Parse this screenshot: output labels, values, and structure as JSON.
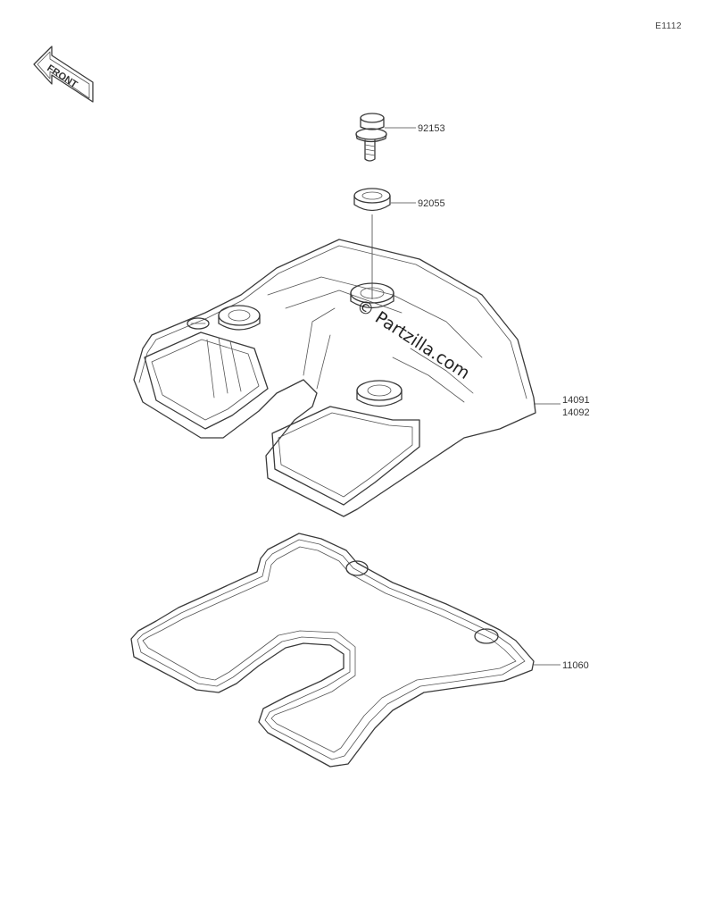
{
  "diagram_code": "E1112",
  "front_label": "FRONT",
  "watermark": "© Partzilla.com",
  "parts": [
    {
      "number": "92153"
    },
    {
      "number": "92055"
    },
    {
      "number": "14091"
    },
    {
      "number": "14092"
    },
    {
      "number": "11060"
    }
  ]
}
